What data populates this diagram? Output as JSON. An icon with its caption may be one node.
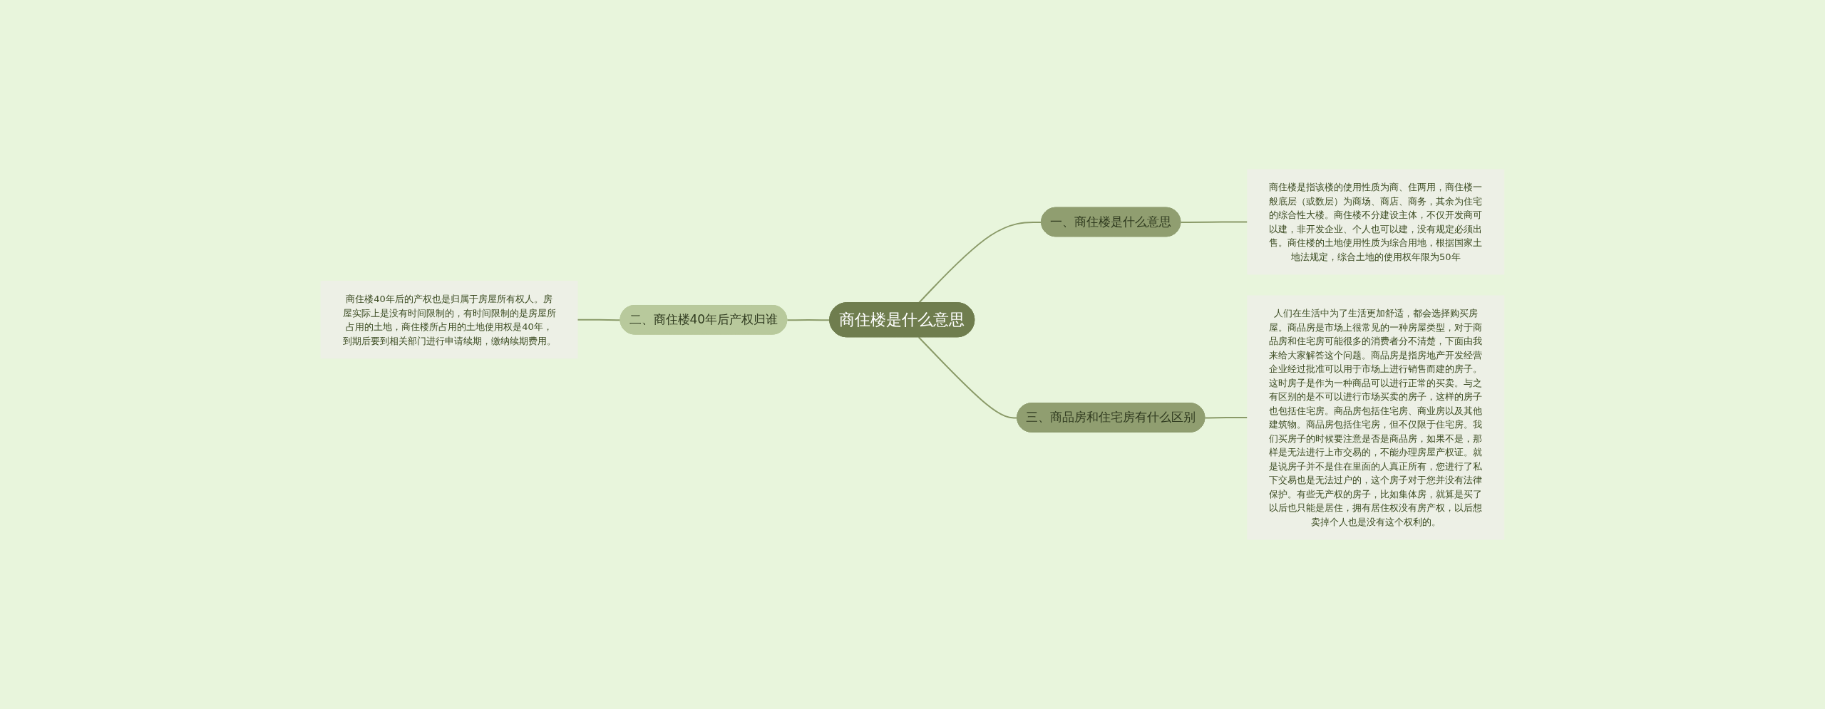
{
  "diagram": {
    "nodes": [
      {
        "text": [
          "商住楼是什么意思"
        ]
      },
      {
        "text": [
          "一、商住楼是什么意思"
        ]
      },
      {
        "text": [
          "商住楼是指该楼的使用性质为商、住两用，商住楼一般底层（或数层）为商场、商店、商务，其余为住宅的综合性大楼。商住楼不分建设主体，不仅开发商可以建，非开发企业、个人也可以建，没有规定必须出售。商住楼的土地使用性质为综合用地，根据国家土地法规定，综合土地的使用权年限为50年"
        ]
      },
      {
        "text": [
          "二、商住楼40年后产权归谁"
        ]
      },
      {
        "text": [
          "商住楼40年后的产权也是归属于房屋所有权人。房屋实际上是没有时间限制的，有时间限制的是房屋所占用的土地，商住楼所占用的土地使用权是40年，到期后要到相关部门进行申请续期，缴纳续期费用。"
        ]
      },
      {
        "text": [
          "三、商品房和住宅房有什么区别"
        ]
      },
      {
        "text": [
          "人们在生活中为了生活更加舒适，都会选择购买房屋。商品房是市场上很常见的一种房屋类型，对于商品房和住宅房可能很多的消费者分不清楚，下面由我来给大家解答这个问题。商品房是指房地产开发经营企业经过批准可以用于市场上进行销售而建的房子。这时房子是作为一种商品可以进行正常的买卖。与之有区别的是不可以进行市场买卖的房子，这样的房子也包括住宅房。商品房包括住宅房、商业房以及其他建筑物。商品房包括住宅房，但不仅限于住宅房。我们买房子的时候要注意是否是商品房，如果不是，那样是无法进行上市交易的，不能办理房屋产权证。就是说房子并不是住在里面的人真正所有，您进行了私下交易也是无法过户的，这个房子对于您并没有法律保护。有些无产权的房子，比如集体房，就算是买了以后也只能是居住，拥有居住权没有房产权，以后想卖掉个人也是没有这个权利的。"
        ]
      }
    ],
    "edges": [
      {
        "from": 0,
        "to": 1,
        "arrow": "none"
      },
      {
        "from": 1,
        "to": 2,
        "arrow": "none"
      },
      {
        "from": 4,
        "to": 3,
        "arrow": "none"
      },
      {
        "from": 3,
        "to": 0,
        "arrow": "none"
      },
      {
        "from": 0,
        "to": 5,
        "arrow": "none"
      },
      {
        "from": 5,
        "to": 6,
        "arrow": "none"
      }
    ]
  }
}
